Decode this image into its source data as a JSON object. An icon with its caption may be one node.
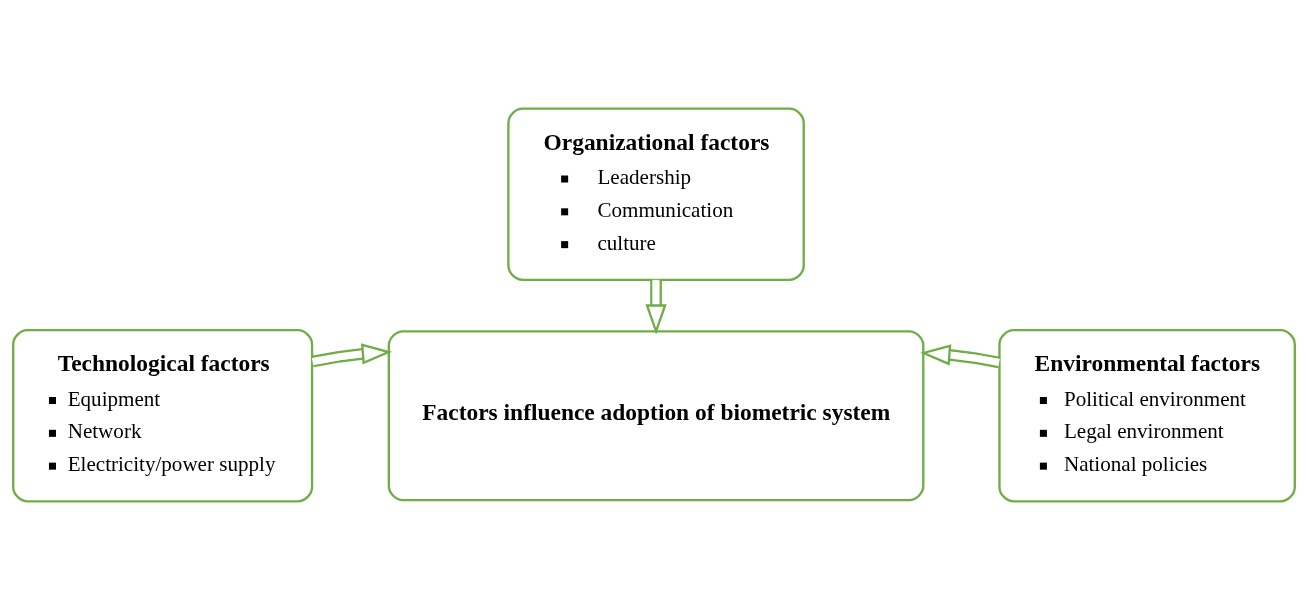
{
  "diagram": {
    "nodes": [
      {
        "text": [
          "Organizational factors",
          "Leadership",
          "Communication",
          "culture"
        ]
      },
      {
        "text": [
          "Factors influence adoption of biometric system"
        ]
      },
      {
        "text": [
          "Technological factors",
          "Equipment",
          "Network",
          "Electricity/power supply"
        ]
      },
      {
        "text": [
          "Environmental factors",
          "Political environment",
          "Legal environment",
          "National policies"
        ]
      }
    ],
    "edges": [
      {
        "from": 0,
        "to": 1,
        "arrow": "to"
      },
      {
        "from": 2,
        "to": 1,
        "arrow": "to"
      },
      {
        "from": 3,
        "to": 1,
        "arrow": "to"
      }
    ]
  }
}
